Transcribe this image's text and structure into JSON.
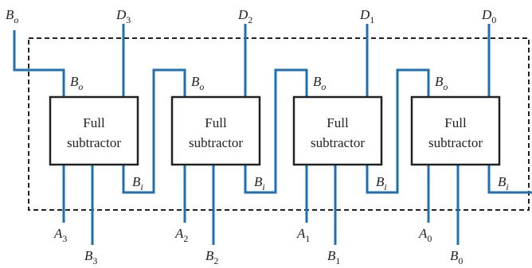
{
  "diagram": {
    "block_line1": "Full",
    "block_line2": "subtractor",
    "borrow_out_label": {
      "base": "B",
      "sub": "o"
    },
    "borrow_in_label": {
      "base": "B",
      "sub": "i"
    },
    "input_borrow_label": {
      "base": "B",
      "sub": "o"
    }
  },
  "blocks": [
    {
      "d": {
        "base": "D",
        "sub": "3"
      },
      "a": {
        "base": "A",
        "sub": "3"
      },
      "b": {
        "base": "B",
        "sub": "3"
      }
    },
    {
      "d": {
        "base": "D",
        "sub": "2"
      },
      "a": {
        "base": "A",
        "sub": "2"
      },
      "b": {
        "base": "B",
        "sub": "2"
      }
    },
    {
      "d": {
        "base": "D",
        "sub": "1"
      },
      "a": {
        "base": "A",
        "sub": "1"
      },
      "b": {
        "base": "B",
        "sub": "1"
      }
    },
    {
      "d": {
        "base": "D",
        "sub": "0"
      },
      "a": {
        "base": "A",
        "sub": "0"
      },
      "b": {
        "base": "B",
        "sub": "0"
      }
    }
  ],
  "colors": {
    "wire": "#1f6fb2",
    "outline": "#222222",
    "background": "#ffffff"
  }
}
